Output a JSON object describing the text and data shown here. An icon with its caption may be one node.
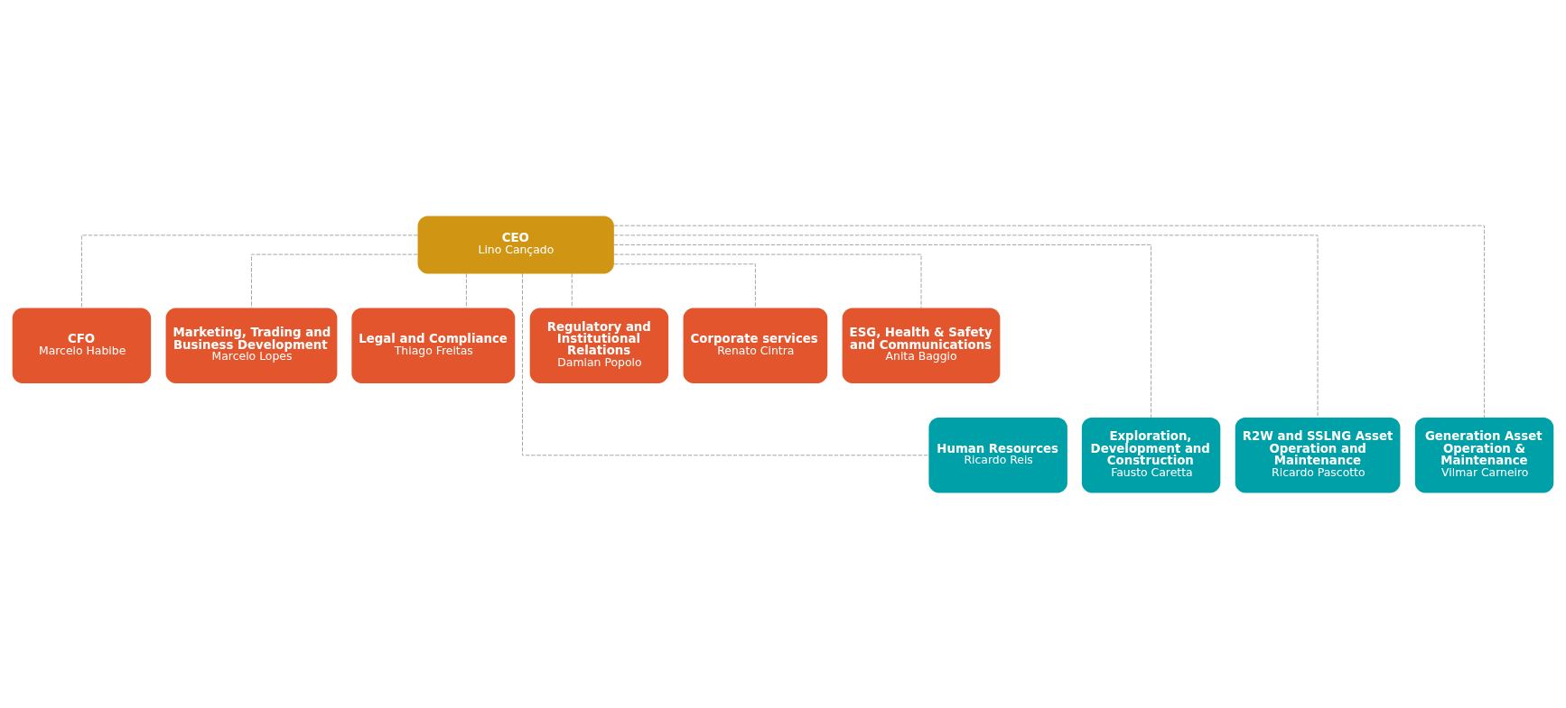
{
  "diagram": {
    "nodes": [
      {
        "text": [
          "CEO",
          "Lino Cançado"
        ]
      },
      {
        "text": [
          "CFO",
          "Marcelo Habibe"
        ]
      },
      {
        "text": [
          "Marketing, Trading and Business Development",
          "Marcelo Lopes"
        ]
      },
      {
        "text": [
          "Legal and Compliance",
          "Thiago Freitas"
        ]
      },
      {
        "text": [
          "Regulatory and Institutional Relations",
          "Damian Popolo"
        ]
      },
      {
        "text": [
          "Corporate services",
          "Renato Cintra"
        ]
      },
      {
        "text": [
          "ESG, Health & Safety and Communications",
          "Anita Baggio"
        ]
      },
      {
        "text": [
          "Human Resources",
          "Ricardo Reis"
        ]
      },
      {
        "text": [
          "Exploration, Development and Construction",
          "Fausto Caretta"
        ]
      },
      {
        "text": [
          "R2W and SSLNG Asset Operation and Maintenance",
          "Ricardo Pascotto"
        ]
      },
      {
        "text": [
          "Generation Asset Operation & Maintenance",
          "Vilmar Carneiro"
        ]
      }
    ],
    "edges": [
      {
        "from": 0,
        "to": 1,
        "arrow": "none",
        "style": "dashed"
      },
      {
        "from": 0,
        "to": 2,
        "arrow": "none",
        "style": "dashed"
      },
      {
        "from": 0,
        "to": 3,
        "arrow": "none",
        "style": "dashed"
      },
      {
        "from": 0,
        "to": 4,
        "arrow": "none",
        "style": "dashed"
      },
      {
        "from": 0,
        "to": 5,
        "arrow": "none",
        "style": "dashed"
      },
      {
        "from": 0,
        "to": 6,
        "arrow": "none",
        "style": "dashed"
      },
      {
        "from": 0,
        "to": 7,
        "arrow": "none",
        "style": "dashed"
      },
      {
        "from": 0,
        "to": 8,
        "arrow": "none",
        "style": "dashed"
      },
      {
        "from": 0,
        "to": 9,
        "arrow": "none",
        "style": "dashed"
      },
      {
        "from": 0,
        "to": 10,
        "arrow": "none",
        "style": "dashed"
      }
    ]
  }
}
